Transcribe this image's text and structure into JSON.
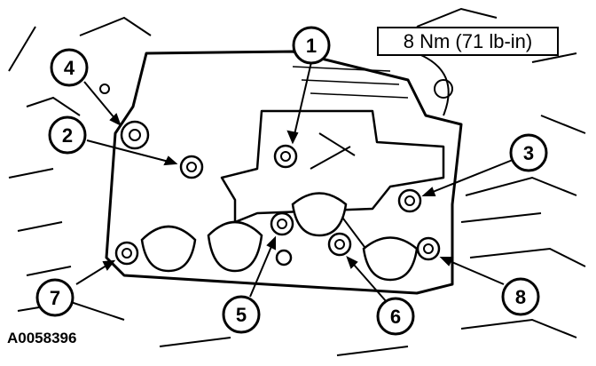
{
  "diagram": {
    "torque_spec": "8 Nm (71 lb-in)",
    "figure_id": "A0058396",
    "callouts": [
      {
        "label": "1"
      },
      {
        "label": "2"
      },
      {
        "label": "3"
      },
      {
        "label": "4"
      },
      {
        "label": "5"
      },
      {
        "label": "6"
      },
      {
        "label": "7"
      },
      {
        "label": "8"
      }
    ],
    "colors": {
      "ink": "#000000",
      "paper": "#ffffff"
    }
  }
}
